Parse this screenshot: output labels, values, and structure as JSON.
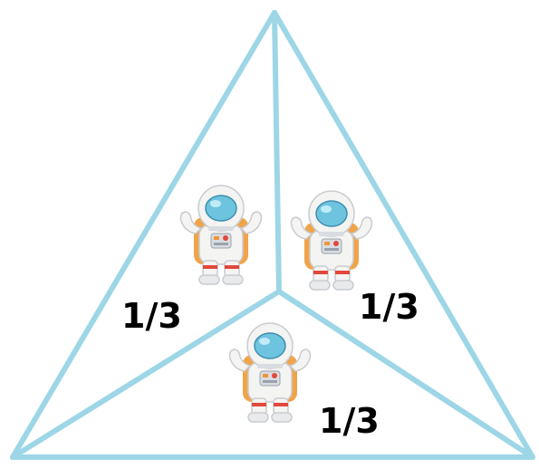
{
  "diagram": {
    "line_color": "#9dd6e6",
    "regions": [
      {
        "id": "left",
        "fraction_label": "1/3"
      },
      {
        "id": "right",
        "fraction_label": "1/3"
      },
      {
        "id": "bottom",
        "fraction_label": "1/3"
      }
    ],
    "icons": [
      {
        "name": "astronaut-icon",
        "region": "left"
      },
      {
        "name": "astronaut-icon",
        "region": "right"
      },
      {
        "name": "astronaut-icon",
        "region": "bottom"
      }
    ],
    "colors": {
      "suit": "#f4f4f2",
      "suit_shadow": "#c9ccd0",
      "visor": "#6ec3df",
      "visor_highlight": "#c9f0fb",
      "accent_orange": "#f2933a",
      "accent_red": "#e2483b",
      "pack": "#f0a44a"
    }
  }
}
